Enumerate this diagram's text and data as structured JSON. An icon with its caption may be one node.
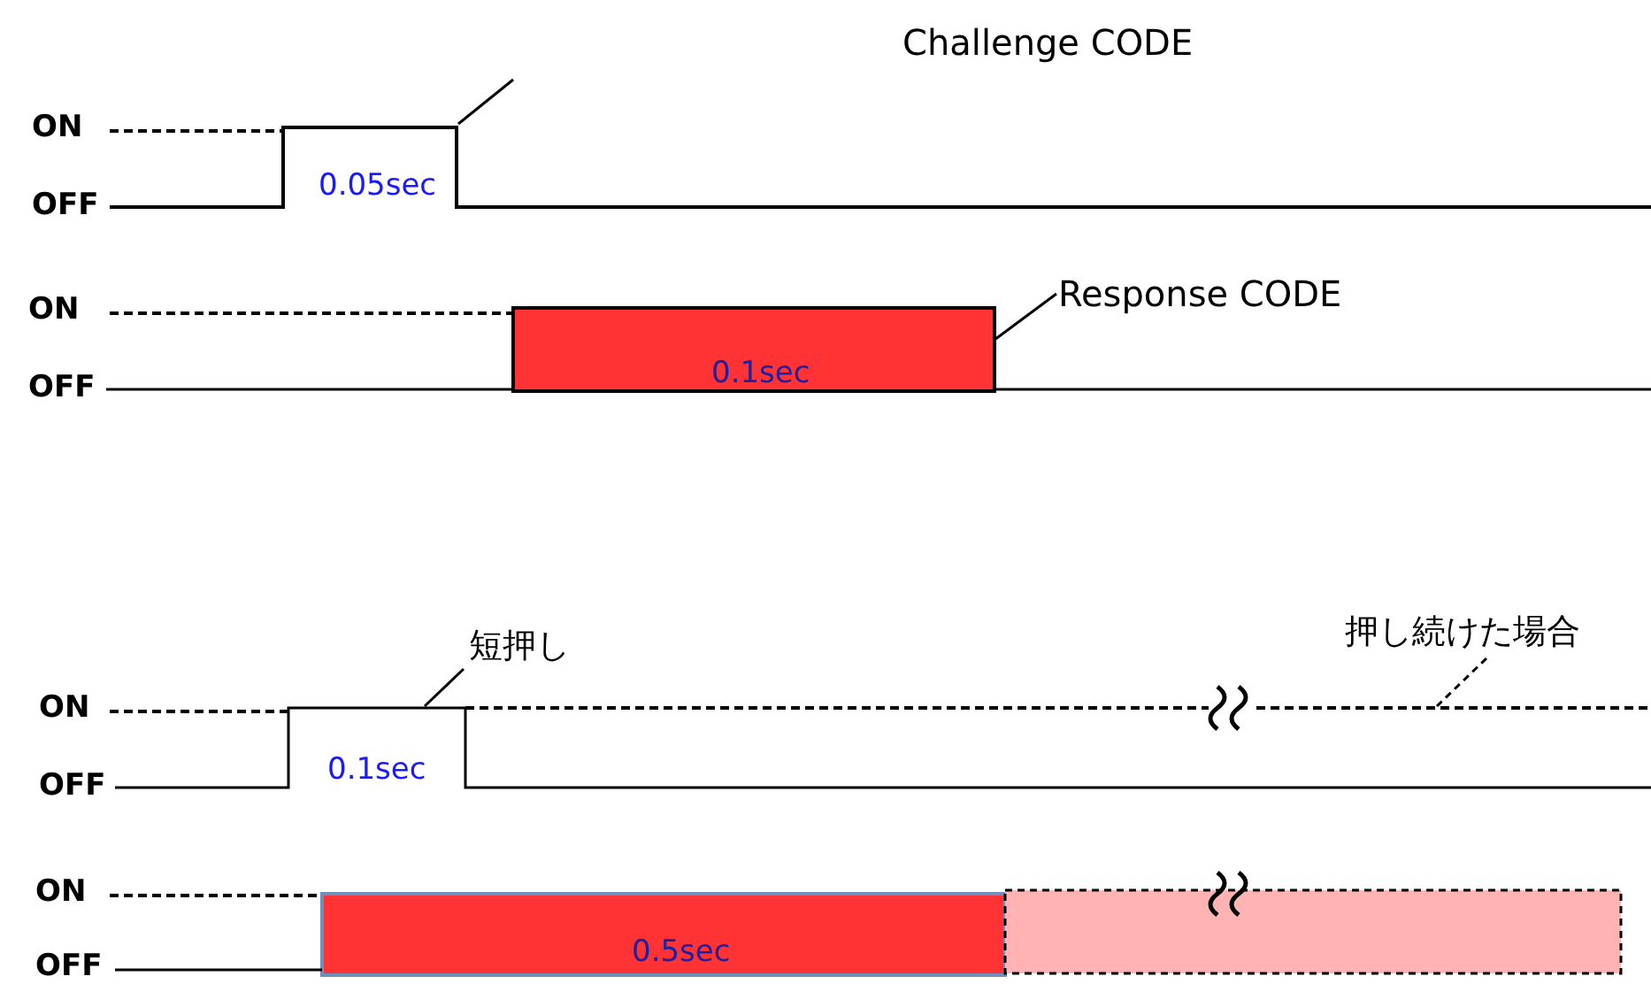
{
  "diagram": {
    "nodes": [
      {
        "text": [
          "Response CODE"
        ]
      },
      {
        "text": [
          "短押し"
        ]
      },
      {
        "text": [
          "押し続けた場合"
        ]
      },
      {
        "text": [],
        "shape": "line"
      },
      {
        "text": [],
        "shape": "box"
      },
      {
        "text": [],
        "shape": "line"
      },
      {
        "text": [],
        "shape": "box"
      },
      {
        "text": [],
        "shape": "box"
      }
    ],
    "edges": [
      {
        "from": null,
        "to": 3,
        "arrow": "none"
      },
      {
        "from": 0,
        "to": 4,
        "arrow": "none"
      },
      {
        "from": 1,
        "to": 5,
        "arrow": "none"
      },
      {
        "from": 2,
        "to": 5,
        "arrow": "none",
        "style": "dashed"
      }
    ],
    "labels": [
      "Challenge CODE",
      "ON",
      "OFF",
      "0.05sec",
      "ON",
      "OFF",
      "0.1sec",
      "ON",
      "OFF",
      "0.1sec",
      "ON",
      "0.5sec",
      "OFF"
    ]
  }
}
